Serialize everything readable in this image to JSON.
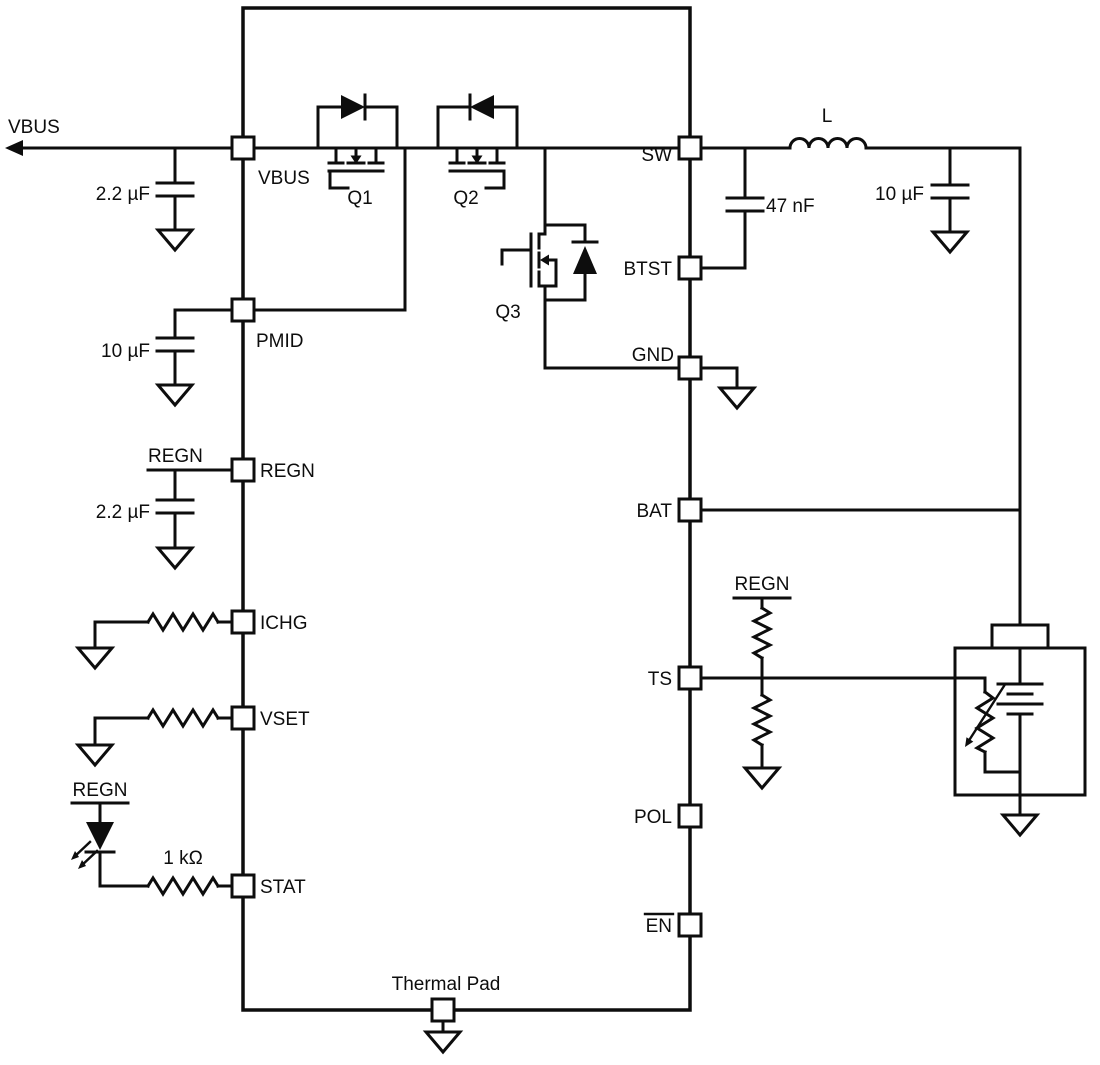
{
  "schematic": {
    "input_label": "VBUS",
    "pins": {
      "left": [
        {
          "label": "VBUS"
        },
        {
          "label": "PMID"
        },
        {
          "label": "REGN"
        },
        {
          "label": "ICHG"
        },
        {
          "label": "VSET"
        },
        {
          "label": "STAT"
        }
      ],
      "right": [
        {
          "label": "SW"
        },
        {
          "label": "BTST"
        },
        {
          "label": "GND"
        },
        {
          "label": "BAT"
        },
        {
          "label": "TS"
        },
        {
          "label": "POL"
        },
        {
          "label": "EN",
          "overline": true
        }
      ],
      "bottom_label": "Thermal Pad"
    },
    "transistors": {
      "q1": "Q1",
      "q2": "Q2",
      "q3": "Q3"
    },
    "inductor_label": "L",
    "capacitors": {
      "vbus": "2.2 µF",
      "pmid": "10 µF",
      "regn": "2.2 µF",
      "btst": "47 nF",
      "output": "10 µF"
    },
    "resistors": {
      "stat": "1 kΩ"
    },
    "net_flags": {
      "regn_cap": "REGN",
      "regn_led": "REGN",
      "regn_ts": "REGN"
    },
    "colors": {
      "line": "#0d0d0d",
      "background": "#ffffff"
    }
  }
}
